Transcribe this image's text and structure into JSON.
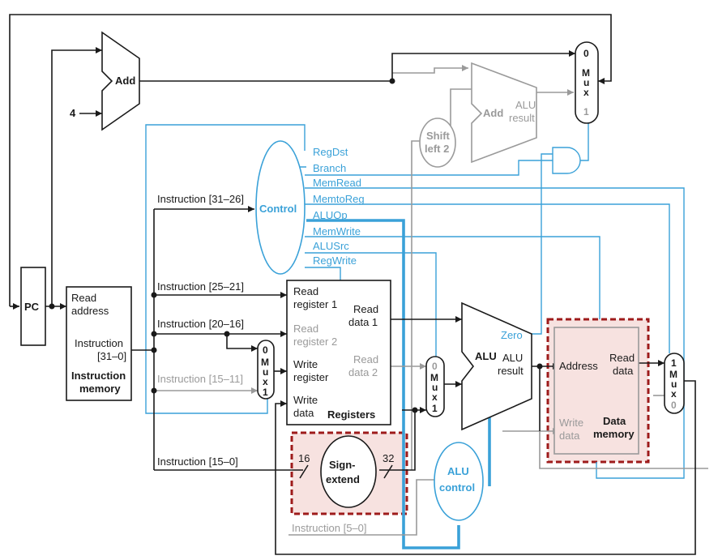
{
  "blocks": {
    "pc": "PC",
    "add": "Add",
    "four": "4",
    "control": "Control",
    "shift_left_line1": "Shift",
    "shift_left_line2": "left 2",
    "branch_add": "Add",
    "branch_add_result_line1": "ALU",
    "branch_add_result_line2": "result",
    "alu": "ALU",
    "alu_result_line1": "ALU",
    "alu_result_line2": "result",
    "zero": "Zero",
    "alu_control_line1": "ALU",
    "alu_control_line2": "control",
    "sign_extend_line1": "Sign-",
    "sign_extend_line2": "extend",
    "sign_in_width": "16",
    "sign_out_width": "32"
  },
  "instruction_memory": {
    "read_address_line1": "Read",
    "read_address_line2": "address",
    "instruction_line1": "Instruction",
    "instruction_line2": "[31–0]",
    "title_line1": "Instruction",
    "title_line2": "memory"
  },
  "registers": {
    "read_reg1_line1": "Read",
    "read_reg1_line2": "register 1",
    "read_reg2_line1": "Read",
    "read_reg2_line2": "register 2",
    "write_reg_line1": "Write",
    "write_reg_line2": "register",
    "write_data_line1": "Write",
    "write_data_line2": "data",
    "read_data1_line1": "Read",
    "read_data1_line2": "data 1",
    "read_data2_line1": "Read",
    "read_data2_line2": "data 2",
    "title": "Registers"
  },
  "data_memory": {
    "address": "Address",
    "read_data_line1": "Read",
    "read_data_line2": "data",
    "write_data_line1": "Write",
    "write_data_line2": "data",
    "title_line1": "Data",
    "title_line2": "memory"
  },
  "control_signals": [
    "RegDst",
    "Branch",
    "MemRead",
    "MemtoReg",
    "ALUOp",
    "MemWrite",
    "ALUSrc",
    "RegWrite"
  ],
  "instruction_fields": {
    "f31_26": "Instruction [31–26]",
    "f25_21": "Instruction [25–21]",
    "f20_16": "Instruction [20–16]",
    "f15_11": "Instruction [15–11]",
    "f15_0": "Instruction [15–0]",
    "f5_0": "Instruction [5–0]"
  },
  "mux": {
    "letters": [
      "M",
      "u",
      "x"
    ],
    "zero": "0",
    "one": "1"
  },
  "colors": {
    "wire": "#1a1a1a",
    "control": "#3aa1d8",
    "inactive": "#9a9a9a",
    "highlight_border": "#9e1b1b",
    "highlight_fill": "#f7e2e0"
  }
}
